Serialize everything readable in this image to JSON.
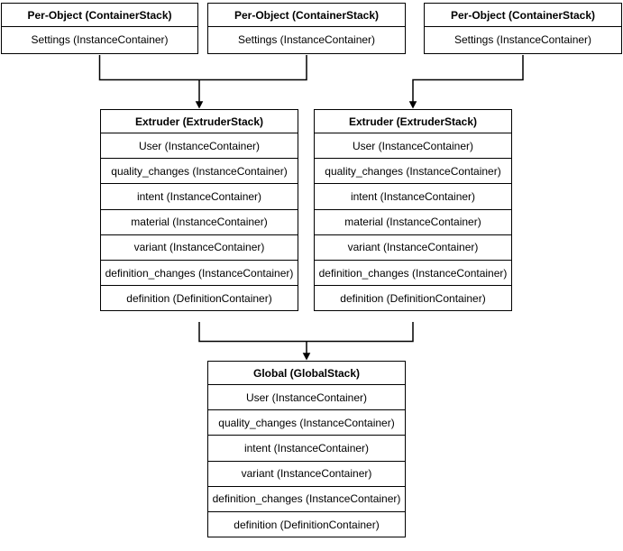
{
  "colors": {
    "background": "#ffffff",
    "stroke": "#000000",
    "text": "#000000"
  },
  "boxes": {
    "per_object_1": {
      "title": "Per-Object (ContainerStack)",
      "rows": [
        "Settings (InstanceContainer)"
      ]
    },
    "per_object_2": {
      "title": "Per-Object (ContainerStack)",
      "rows": [
        "Settings (InstanceContainer)"
      ]
    },
    "per_object_3": {
      "title": "Per-Object (ContainerStack)",
      "rows": [
        "Settings (InstanceContainer)"
      ]
    },
    "extruder_1": {
      "title": "Extruder (ExtruderStack)",
      "rows": [
        "User (InstanceContainer)",
        "quality_changes (InstanceContainer)",
        "intent (InstanceContainer)",
        "material (InstanceContainer)",
        "variant (InstanceContainer)",
        "definition_changes (InstanceContainer)",
        "definition (DefinitionContainer)"
      ]
    },
    "extruder_2": {
      "title": "Extruder (ExtruderStack)",
      "rows": [
        "User (InstanceContainer)",
        "quality_changes (InstanceContainer)",
        "intent (InstanceContainer)",
        "material (InstanceContainer)",
        "variant (InstanceContainer)",
        "definition_changes (InstanceContainer)",
        "definition (DefinitionContainer)"
      ]
    },
    "global": {
      "title": "Global (GlobalStack)",
      "rows": [
        "User (InstanceContainer)",
        "quality_changes (InstanceContainer)",
        "intent (InstanceContainer)",
        "variant (InstanceContainer)",
        "definition_changes (InstanceContainer)",
        "definition (DefinitionContainer)"
      ]
    }
  },
  "edges": [
    {
      "from": "per_object_1",
      "to": "extruder_1"
    },
    {
      "from": "per_object_2",
      "to": "extruder_1"
    },
    {
      "from": "per_object_3",
      "to": "extruder_2"
    },
    {
      "from": "extruder_1",
      "to": "global"
    },
    {
      "from": "extruder_2",
      "to": "global"
    }
  ]
}
